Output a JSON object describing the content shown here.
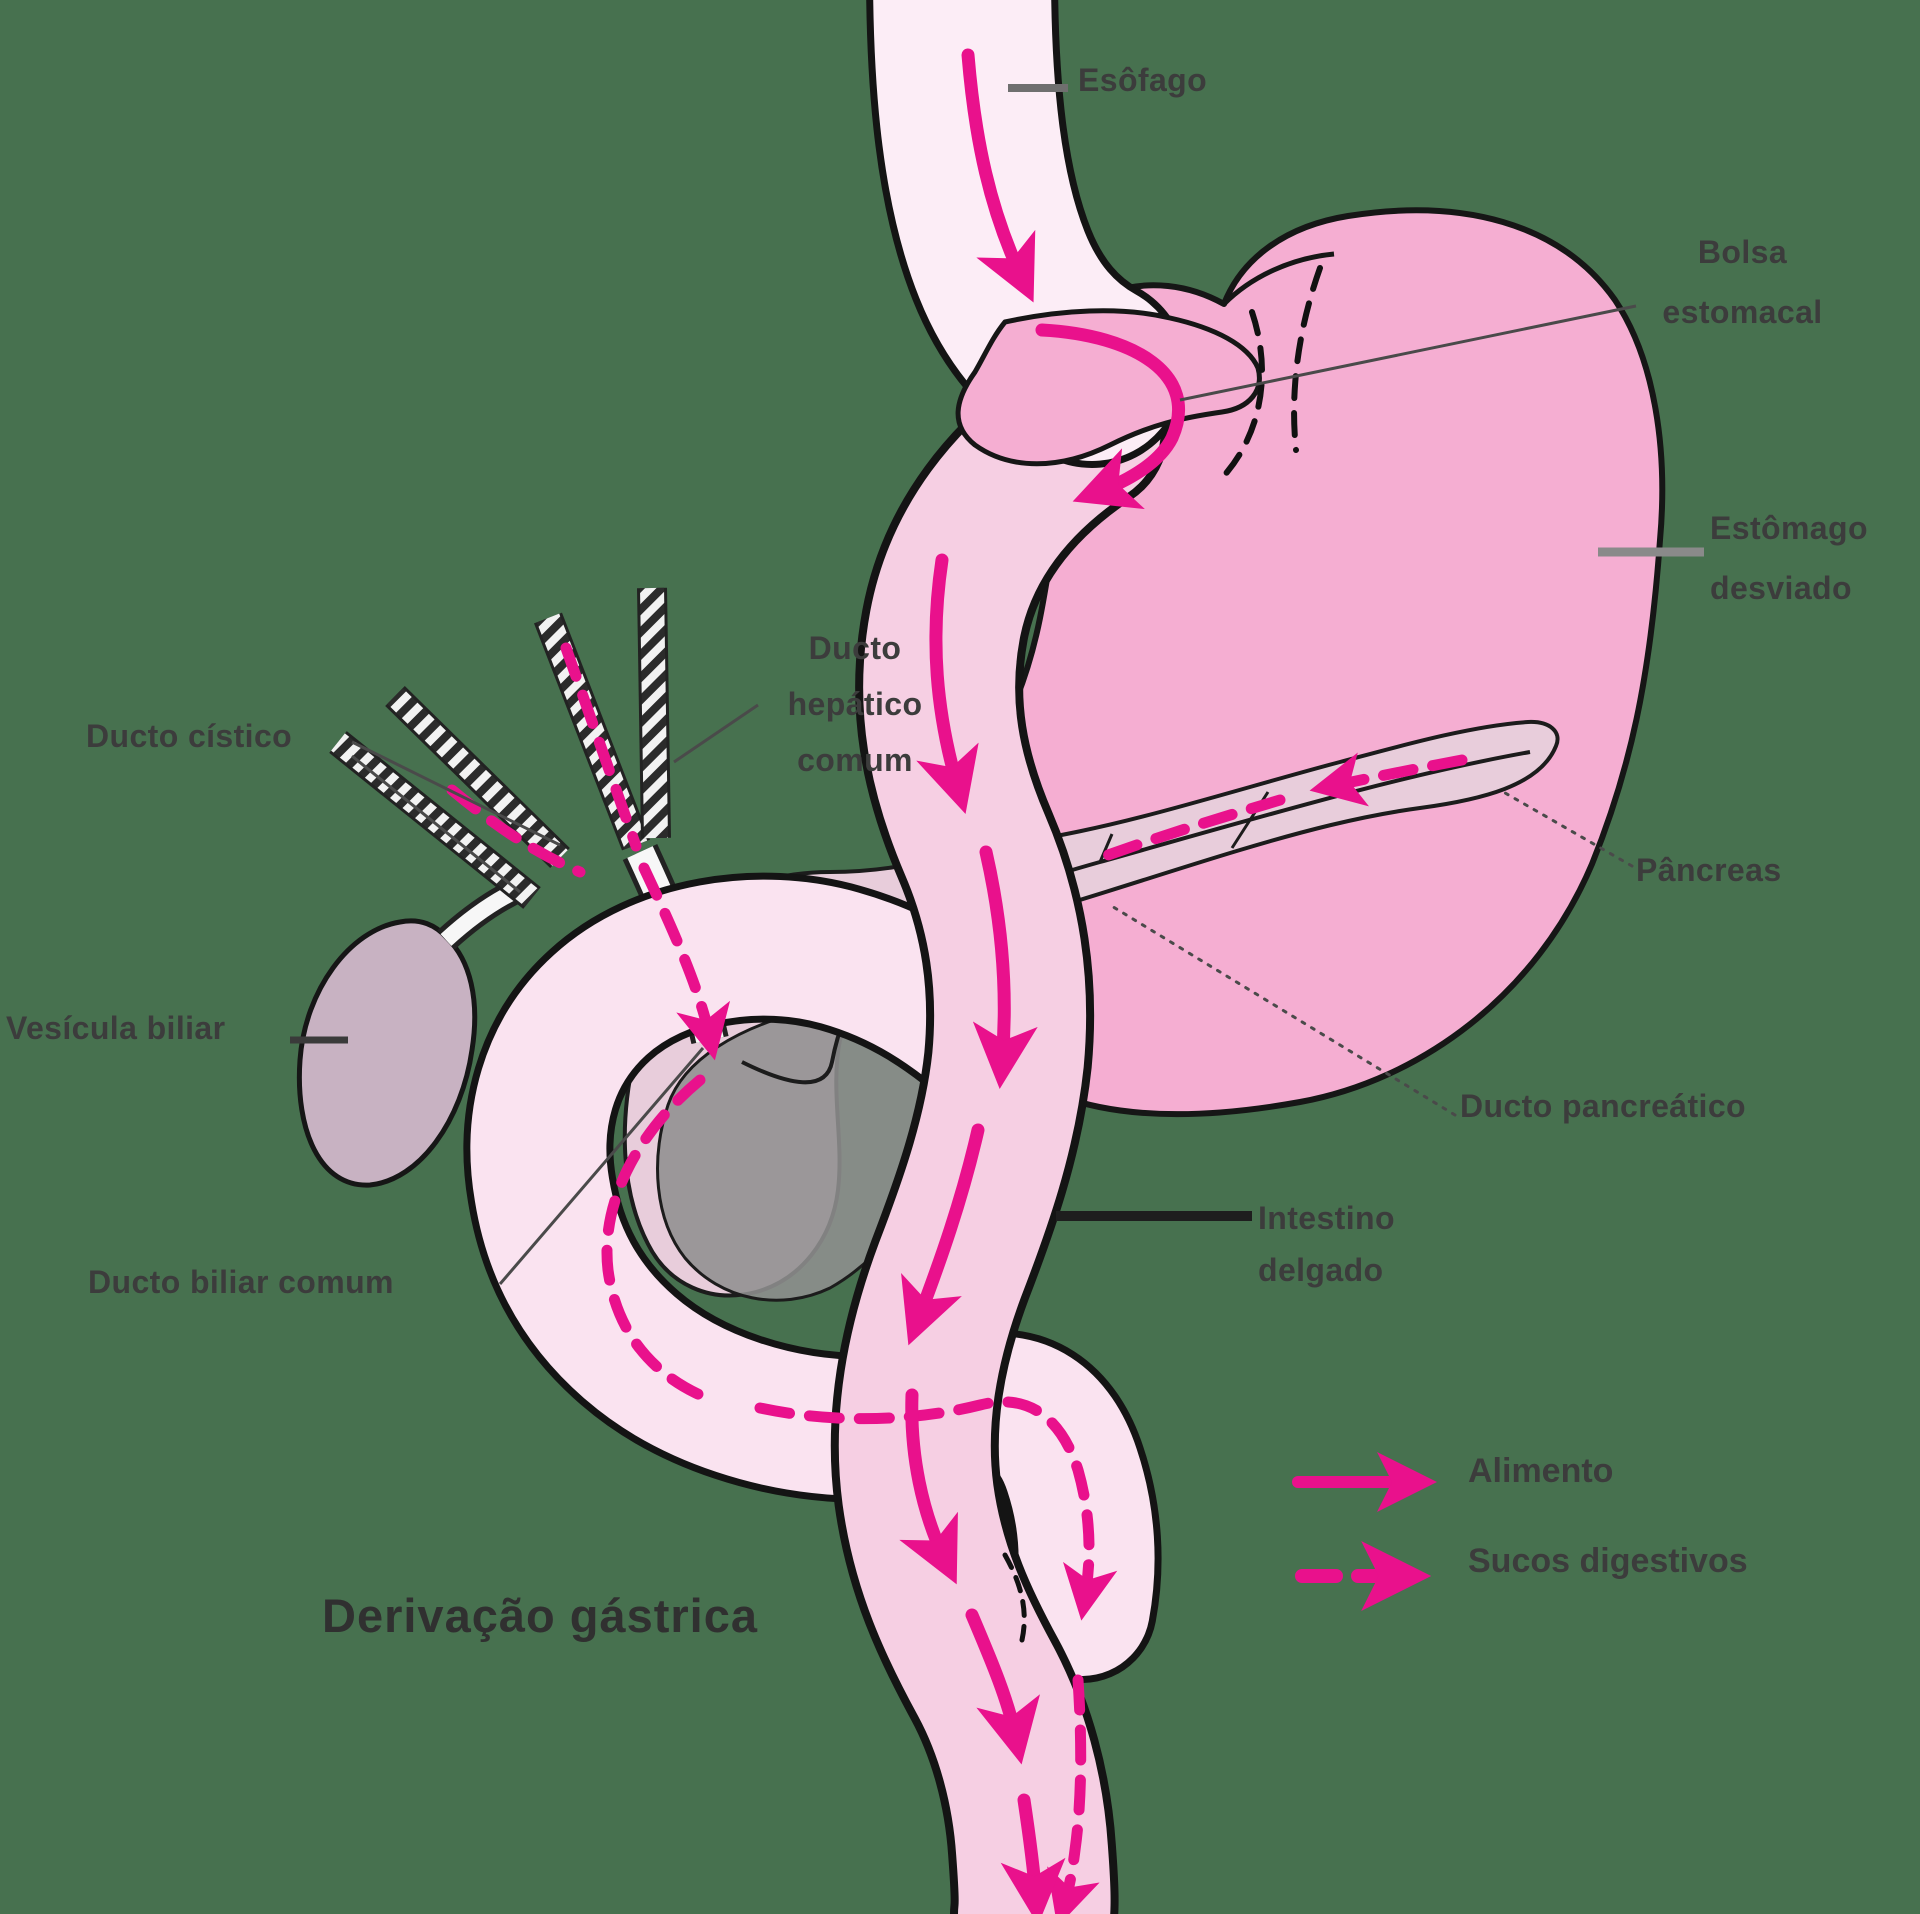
{
  "title": "Derivação gástrica",
  "annotations": {
    "esophagus": {
      "text": "Esôfago"
    },
    "pouch": {
      "line1": "Bolsa",
      "line2": "estomacal"
    },
    "bypassed_stomach": {
      "line1": "Estômago",
      "line2": "desviado"
    },
    "pancreas": {
      "text": "Pâncreas"
    },
    "cystic_duct": {
      "text": "Ducto cístico"
    },
    "common_hepatic_duct": {
      "line1": "Ducto",
      "line2": "hepático",
      "line3": "comum"
    },
    "gallbladder": {
      "text": "Vesícula biliar"
    },
    "pancreatic_duct": {
      "text": "Ducto pancreático"
    },
    "small_intestine": {
      "line1": "Intestino",
      "line2": "delgado"
    },
    "common_bile_duct": {
      "text": "Ducto biliar comum"
    }
  },
  "legend": {
    "food": "Alimento",
    "digestive_juices": "Sucos digestivos"
  },
  "colors": {
    "background": "#47714F",
    "arrow_pink": "#E9118C",
    "stomach_pink": "#F5AED2",
    "esophagus_pink": "#FCEDF6",
    "intestine_pink": "#F6CFE3",
    "duodenum_pink": "#FAE3F0",
    "pancreas_fill": "#E8CDDB",
    "pancreas_head_gray": "#8F8F8F",
    "gallbladder_mauve": "#C8B2C2",
    "outline_black": "#161616",
    "label_text": "#3c3c3c"
  }
}
